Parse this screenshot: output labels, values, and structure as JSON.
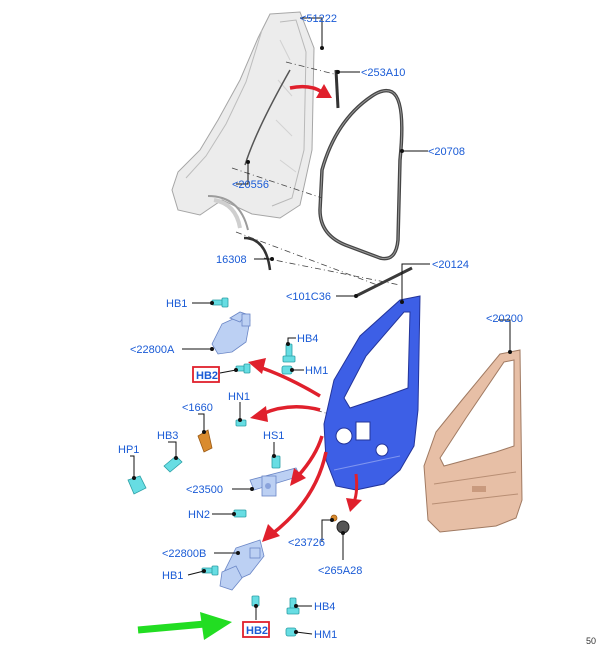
{
  "labels": {
    "p51222": "<51222",
    "p253a10": "<253A10",
    "p20708": "<20708",
    "p20556": "<20556",
    "p16308": "16308",
    "p101c36": "<101C36",
    "p20124": "<20124",
    "p20200": "<20200",
    "hb1_top": "HB1",
    "p22800a": "<22800A",
    "hb4_top": "HB4",
    "hm1_top": "HM1",
    "hb2_top": "HB2",
    "p1660": "<1660",
    "hn1": "HN1",
    "hb3": "HB3",
    "hp1": "HP1",
    "hs1": "HS1",
    "p23500": "<23500",
    "hn2": "HN2",
    "p23726": "<23726",
    "p265a28": "<265A28",
    "p22800b": "<22800B",
    "hb1_bot": "HB1",
    "hb4_bot": "HB4",
    "hb2_bot": "HB2",
    "hm1_bot": "HM1"
  },
  "page_number": "50",
  "colors": {
    "label": "#1a5bd6",
    "highlight_box": "#e0202c",
    "callout_arrow": "#e0202c",
    "pointer_arrow": "#22dd22",
    "door_frame": "#3d5fe6",
    "door_skin": "#d9a88c",
    "fasteners": "#67dde3"
  }
}
